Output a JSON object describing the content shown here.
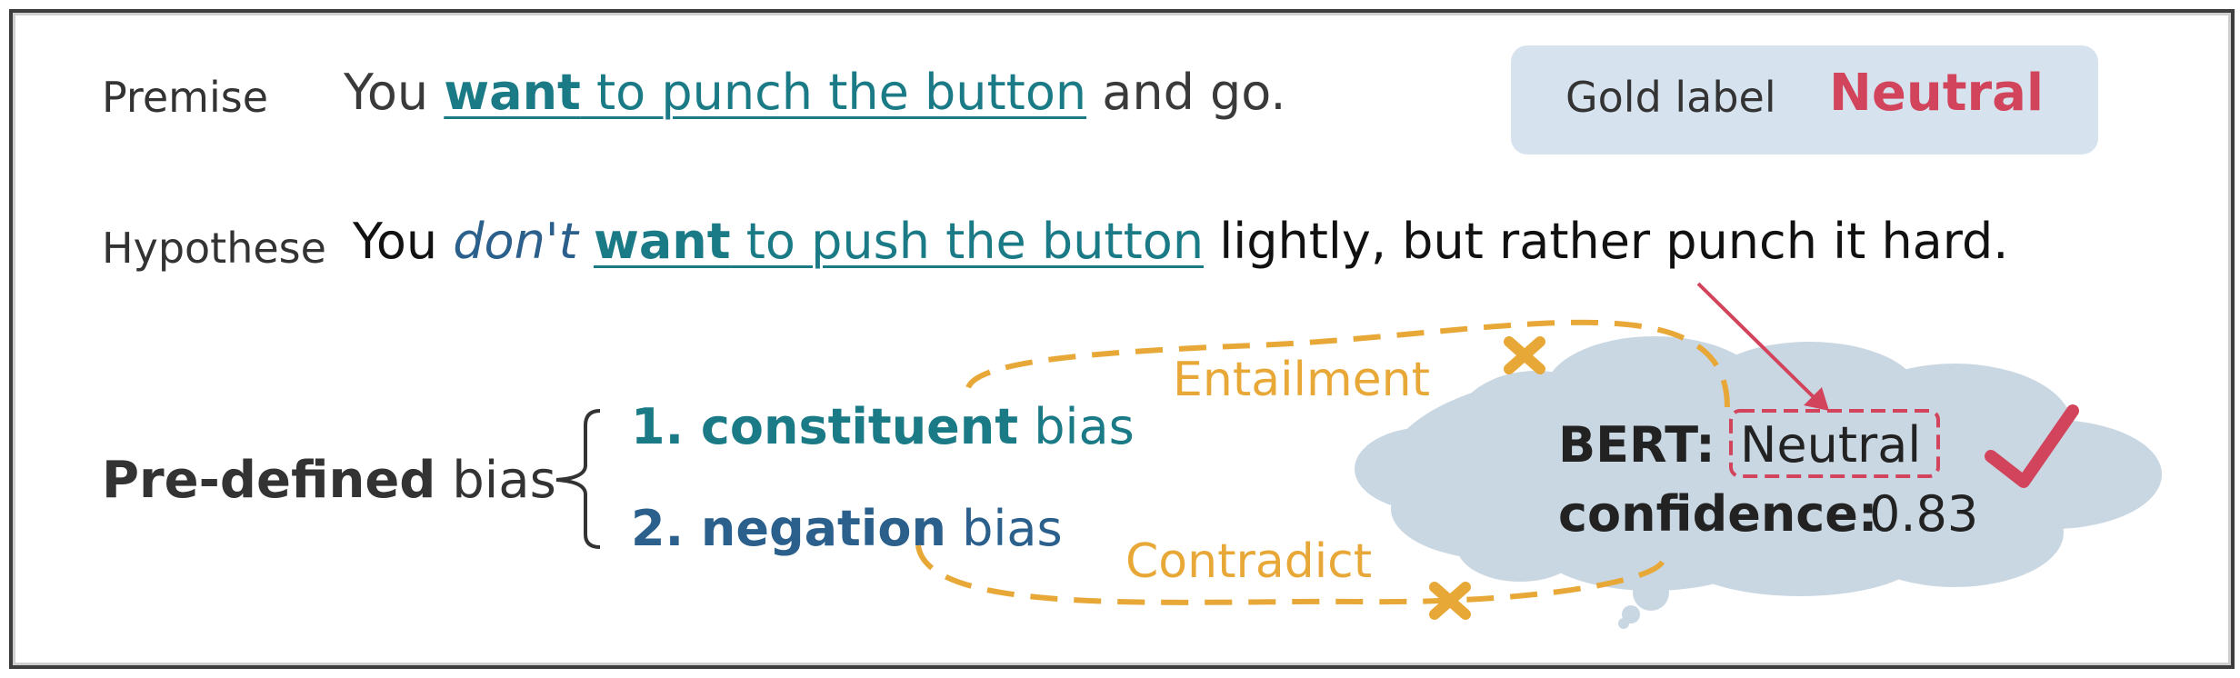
{
  "premise": {
    "label": "Premise",
    "you": "You",
    "want": "want",
    "phrase_rest": " to punch the button",
    "tail": " and go."
  },
  "gold": {
    "label": "Gold label",
    "value": "Neutral"
  },
  "hypothesis": {
    "label": "Hypothese",
    "you": "You ",
    "negation": "don't",
    "want": "want",
    "phrase_rest": " to push the button",
    "tail": " lightly, but rather punch it hard."
  },
  "bias": {
    "label_bold": "Pre-defined",
    "label_rest": " bias",
    "items": [
      {
        "num_bold": "1. constituent",
        "rest": " bias"
      },
      {
        "num_bold": "2. negation",
        "rest": " bias"
      }
    ]
  },
  "arrows": {
    "top": "Entailment",
    "bottom": "Contradict"
  },
  "bert": {
    "name": "BERT:",
    "prediction": "Neutral",
    "conf_label": "confidence:",
    "conf_value": "0.83"
  },
  "colors": {
    "teal": "#1a7a86",
    "blue": "#2b5f8c",
    "orange": "#e8a838",
    "red": "#d2445c",
    "cloud": "#c9d7e3"
  }
}
